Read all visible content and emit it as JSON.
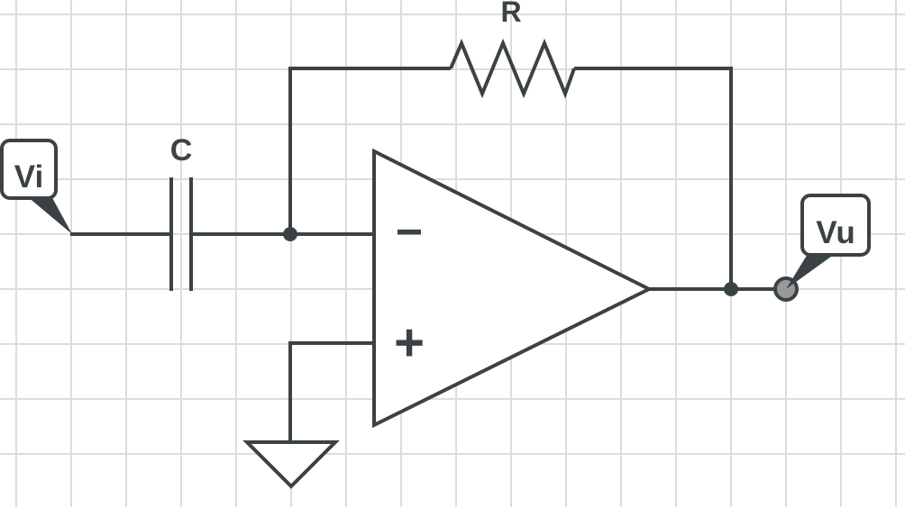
{
  "diagram": {
    "colors": {
      "stroke": "#3b4245",
      "grid": "#dcdcdc",
      "terminal_fill": "#999999",
      "background": "#ffffff"
    },
    "resistor_label": "R",
    "capacitor_label": "C",
    "input_tag": "Vi",
    "output_tag": "Vu",
    "opamp": {
      "inverting_sign": "−",
      "non_inverting_sign": "+"
    }
  }
}
